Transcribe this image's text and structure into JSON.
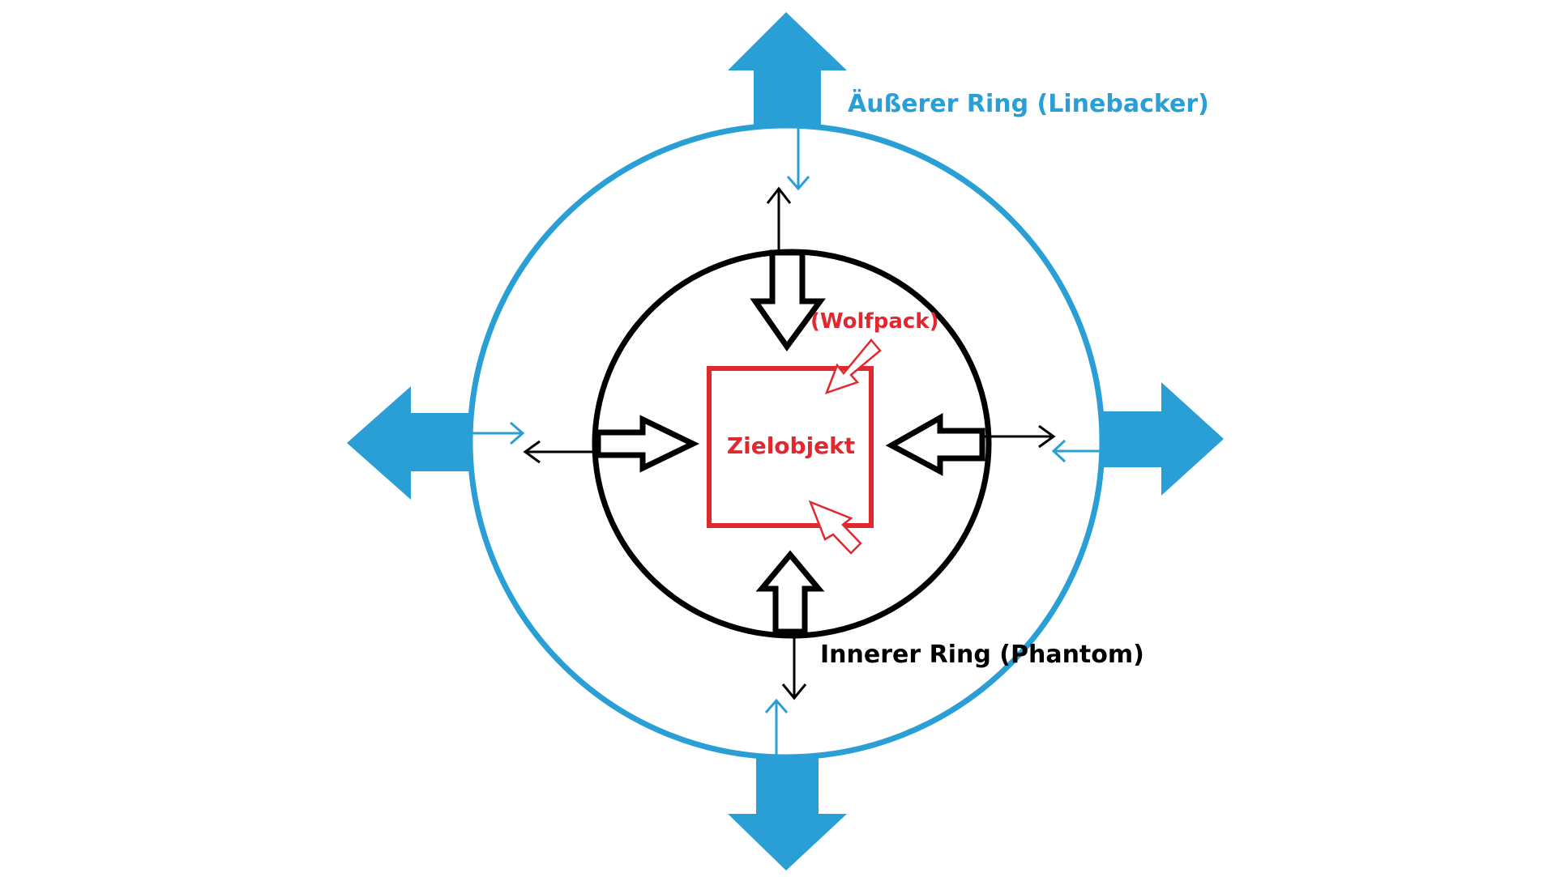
{
  "labels": {
    "outer_ring": "Äußerer Ring (Linebacker)",
    "inner_ring": "Innerer Ring (Phantom)",
    "target": "Zielobjekt",
    "wolfpack": "(Wolfpack)"
  },
  "colors": {
    "outer": "#2a9fd6",
    "inner": "#000000",
    "target": "#e0282e",
    "background": "#ffffff"
  },
  "icons": {
    "outer_arrows": "block-arrow-outward",
    "inner_arrows": "hollow-block-arrow-inward",
    "wolfpack_arrows": "hollow-small-arrow-diagonal",
    "connector_arrows": "double-headed-line-arrow"
  }
}
